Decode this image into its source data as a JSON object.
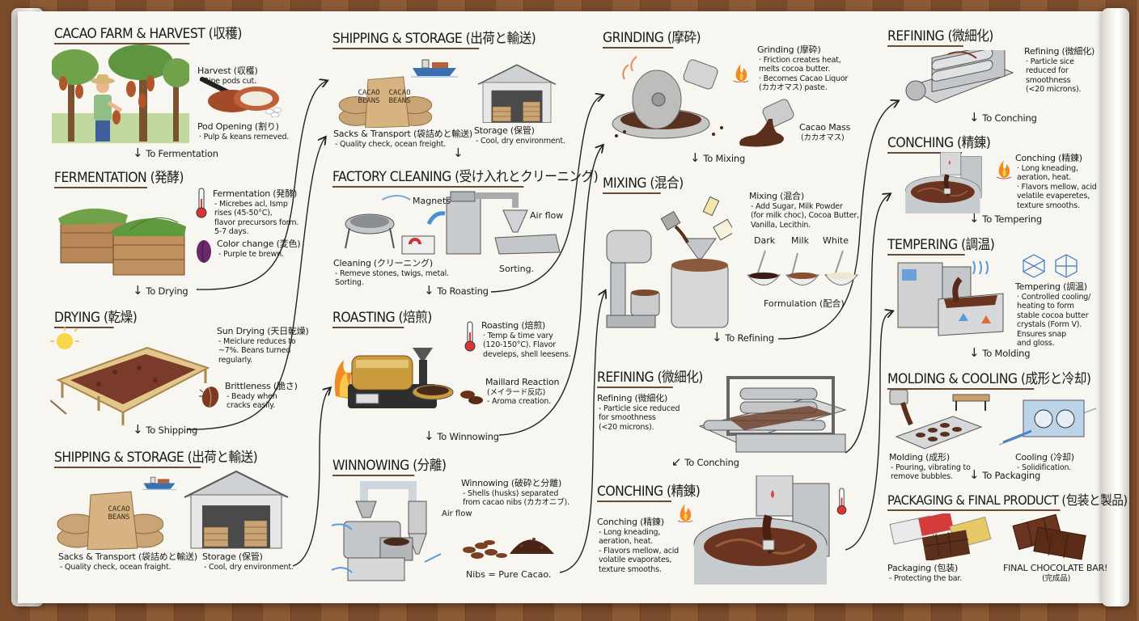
{
  "sections": {
    "farm": {
      "heading": "CACAO FARM & HARVEST (収穫)",
      "notes": [
        {
          "title": "Harvest (収穫)",
          "lines": [
            "· Ripe pods cut."
          ]
        },
        {
          "title": "Pod Opening (割り)",
          "lines": [
            "· Pulp & keans remeved."
          ]
        }
      ],
      "arrow": "To Fermentation"
    },
    "fermentation": {
      "heading": "FERMENTATION (発酵)",
      "notes": [
        {
          "title": "Fermentation (発酵)",
          "lines": [
            "- Micrebes acl, Ismp",
            "rises (45-50°C),",
            "flavor precursors form.",
            "5-7 days."
          ]
        },
        {
          "title": "Color change (変色)",
          "lines": [
            "- Purple te brewn."
          ]
        }
      ],
      "arrow": "To Drying"
    },
    "drying": {
      "heading": "DRYING (乾燥)",
      "notes": [
        {
          "title": "Sun Drying (天日乾燥)",
          "lines": [
            "- Meiclure reduces to",
            "~7%. Beans turned",
            "regularly."
          ]
        },
        {
          "title": "Brittleness (脆さ)",
          "lines": [
            "- Beady when",
            "cracks easily."
          ]
        }
      ],
      "arrow": "To Shipping"
    },
    "shipping1": {
      "heading": "SHIPPING & STORAGE (出荷と輸送)",
      "sack_label": "CACAO BEANS",
      "notes": [
        {
          "title": "Sacks & Transport (袋詰めと輸送)",
          "lines": [
            "- Quality check, ocean fraight."
          ]
        },
        {
          "title": "Storage (保管)",
          "lines": [
            "- Cool, dry environment."
          ]
        }
      ]
    },
    "shipping2": {
      "heading": "SHIPPING & STORAGE (出荷と輸送)",
      "sack_labels": [
        "CACAO BEANS",
        "CACAO BEANS"
      ],
      "notes": [
        {
          "title": "Sacks & Transport (袋詰めと輸送)",
          "lines": [
            "- Quality check, ocean freight."
          ]
        },
        {
          "title": "Storage (保管)",
          "lines": [
            "- Cool, dry environment."
          ]
        }
      ],
      "arrow": "↓"
    },
    "cleaning": {
      "heading": "FACTORY CLEANING (受け入れとクリーニング)",
      "labels": [
        "Magnets",
        "Air flow",
        "Sorting."
      ],
      "notes": [
        {
          "title": "Cleaning (クリーニング)",
          "lines": [
            "- Remeve stones, twigs, metal.",
            "Sorting."
          ]
        }
      ],
      "arrow": "To Roasting"
    },
    "roasting": {
      "heading": "ROASTING (焙煎)",
      "notes": [
        {
          "title": "Roasting (焙煎)",
          "lines": [
            "· Temp & time vary",
            "(120-150°C). Flavor",
            "develeps, shell leesens."
          ]
        },
        {
          "title": "Maillard Reaction",
          "lines": [
            "(メイラード反応)",
            "- Aroma creation."
          ]
        }
      ],
      "arrow": "To Winnowing"
    },
    "winnowing": {
      "heading": "WINNOWING (分離)",
      "labels": [
        "Air flow",
        "Nibs = Pure Cacao."
      ],
      "notes": [
        {
          "title": "Winnowing (破砕と分離)",
          "lines": [
            "- Shells (husks) separated",
            "from cacao nibs (カカオニブ)."
          ]
        }
      ]
    },
    "grinding": {
      "heading": "GRINDING (摩砕)",
      "notes": [
        {
          "title": "Grinding (摩砕)",
          "lines": [
            "· Friction creates heat,",
            "melts cocoa butter.",
            "· Becomes Cacao Liquor",
            "(カカオマス) paste."
          ]
        },
        {
          "title": "Cacao Mass",
          "lines": [
            "(カカオマス)"
          ]
        }
      ],
      "arrow": "To Mixing"
    },
    "mixing": {
      "heading": "MIXING (混合)",
      "notes": [
        {
          "title": "Mixing (混合)",
          "lines": [
            "- Add Sugar, Milk Powder",
            "(for milk choc), Cocoa Butter,",
            "Vanilla, Lecithin."
          ]
        }
      ],
      "types": [
        "Dark",
        "Milk",
        "White"
      ],
      "formulation": "Formulation (配合)",
      "arrow": "To Refining"
    },
    "refining1": {
      "heading": "REFINING (微細化)",
      "notes": [
        {
          "title": "Refining (微細化)",
          "lines": [
            "- Particle sice reduced",
            "for smoothness",
            "(<20 microns)."
          ]
        }
      ],
      "arrow": "To Conching"
    },
    "conching1": {
      "heading": "CONCHING (精錬)",
      "notes": [
        {
          "title": "Conching (精錬)",
          "lines": [
            "- Long kneading,",
            "aeration, heat.",
            "- Flavors mellow, acid",
            "volatile evaporates,",
            "texture smooths."
          ]
        }
      ]
    },
    "refining2": {
      "heading": "REFINING (微細化)",
      "notes": [
        {
          "title": "Refining (微細化)",
          "lines": [
            "· Particle sice",
            "reduced for",
            "smoothness",
            "(<20 microns)."
          ]
        }
      ],
      "arrow": "To Conching"
    },
    "conching2": {
      "heading": "CONCHING (精錬)",
      "notes": [
        {
          "title": "Conching (精錬)",
          "lines": [
            "· Long kneading,",
            "aeration, heat.",
            "· Flavors mellow, acid",
            "velatile evaperetes,",
            "texture smooths."
          ]
        }
      ],
      "arrow": "To Tempering"
    },
    "tempering": {
      "heading": "TEMPERING (調温)",
      "notes": [
        {
          "title": "Tempering (調温)",
          "lines": [
            "· Controlled cooling/",
            "heating to form",
            "stable cocoa butter",
            "crystals (Form V).",
            "Ensures snap",
            "and gloss."
          ]
        }
      ],
      "arrow": "To Molding"
    },
    "molding": {
      "heading": "MOLDING & COOLING (成形と冷却)",
      "notes": [
        {
          "title": "Molding (成形)",
          "lines": [
            "- Pouring, vibrating to",
            "remove bubbles."
          ]
        },
        {
          "title": "Cooling (冷却)",
          "lines": [
            "- Solidification."
          ]
        }
      ],
      "arrow": "To Packaging"
    },
    "packaging": {
      "heading": "PACKAGING & FINAL PRODUCT (包装と製品)",
      "notes": [
        {
          "title": "Packaging (包装)",
          "lines": [
            "- Protecting the bar."
          ]
        },
        {
          "title": "FINAL CHOCOLATE BAR!",
          "lines": [
            "(完成品)"
          ]
        }
      ]
    }
  },
  "colors": {
    "paper": "#f7f6f1",
    "chocolate": "#5a2f1c",
    "bean": "#7a3b22",
    "steel": "#b8bcc0",
    "leaf": "#6fa24a",
    "gold": "#c79a3a",
    "ice": "#4f86c6"
  }
}
